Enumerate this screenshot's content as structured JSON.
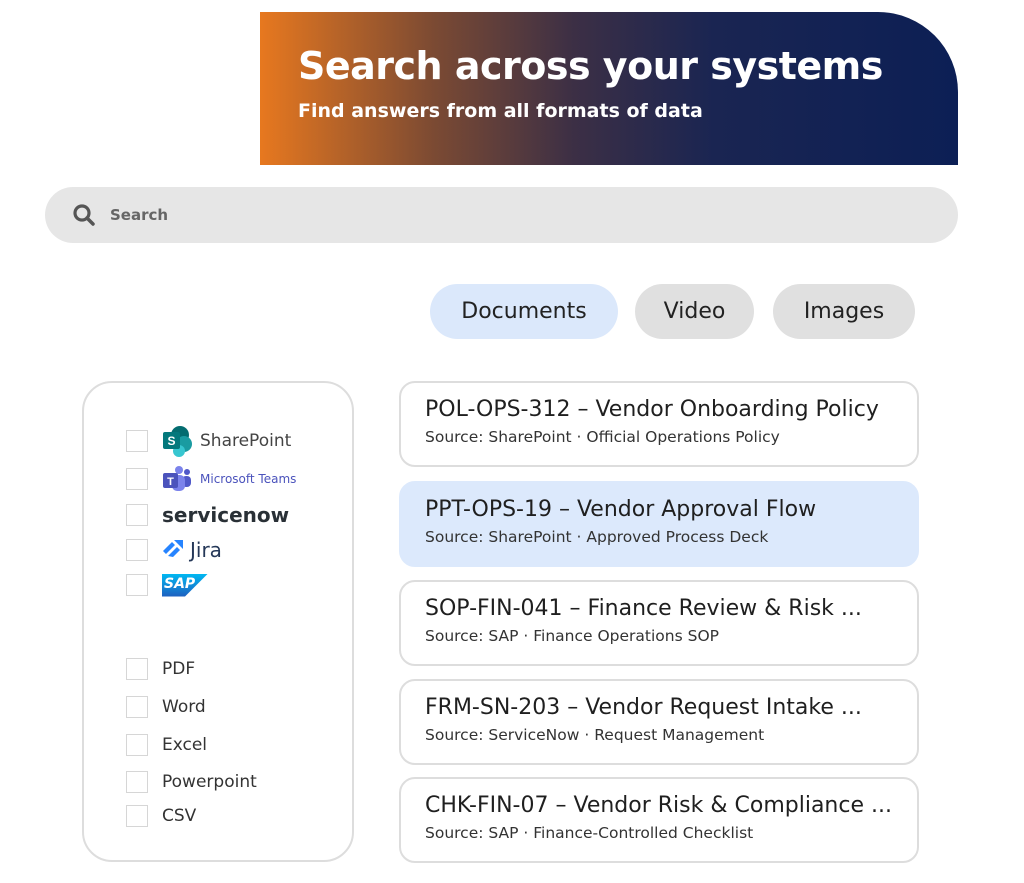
{
  "banner": {
    "title": "Search across your systems",
    "subtitle": "Find answers from all formats of data"
  },
  "search": {
    "placeholder": "Search"
  },
  "tabs": [
    {
      "label": "Documents",
      "active": true
    },
    {
      "label": "Video"
    },
    {
      "label": "Images"
    }
  ],
  "sources": [
    {
      "label": "SharePoint"
    },
    {
      "label": "Microsoft Teams"
    },
    {
      "label": "servicenow"
    },
    {
      "label": "Jira"
    },
    {
      "label": "SAP"
    }
  ],
  "formats": [
    {
      "label": "PDF"
    },
    {
      "label": "Word"
    },
    {
      "label": "Excel"
    },
    {
      "label": "Powerpoint"
    },
    {
      "label": "CSV"
    }
  ],
  "results": [
    {
      "title": "POL-OPS-312 – Vendor Onboarding Policy",
      "source": "Source: SharePoint · Official Operations Policy"
    },
    {
      "title": "PPT-OPS-19 – Vendor Approval Flow",
      "source": "Source: SharePoint · Approved Process Deck"
    },
    {
      "title": "SOP-FIN-041 – Finance Review & Risk ...",
      "source": "Source: SAP · Finance Operations SOP"
    },
    {
      "title": "FRM-SN-203 – Vendor Request Intake ...",
      "source": "Source: ServiceNow · Request Management"
    },
    {
      "title": "CHK-FIN-07 – Vendor Risk & Compliance ...",
      "source": "Source: SAP · Finance-Controlled Checklist"
    }
  ]
}
